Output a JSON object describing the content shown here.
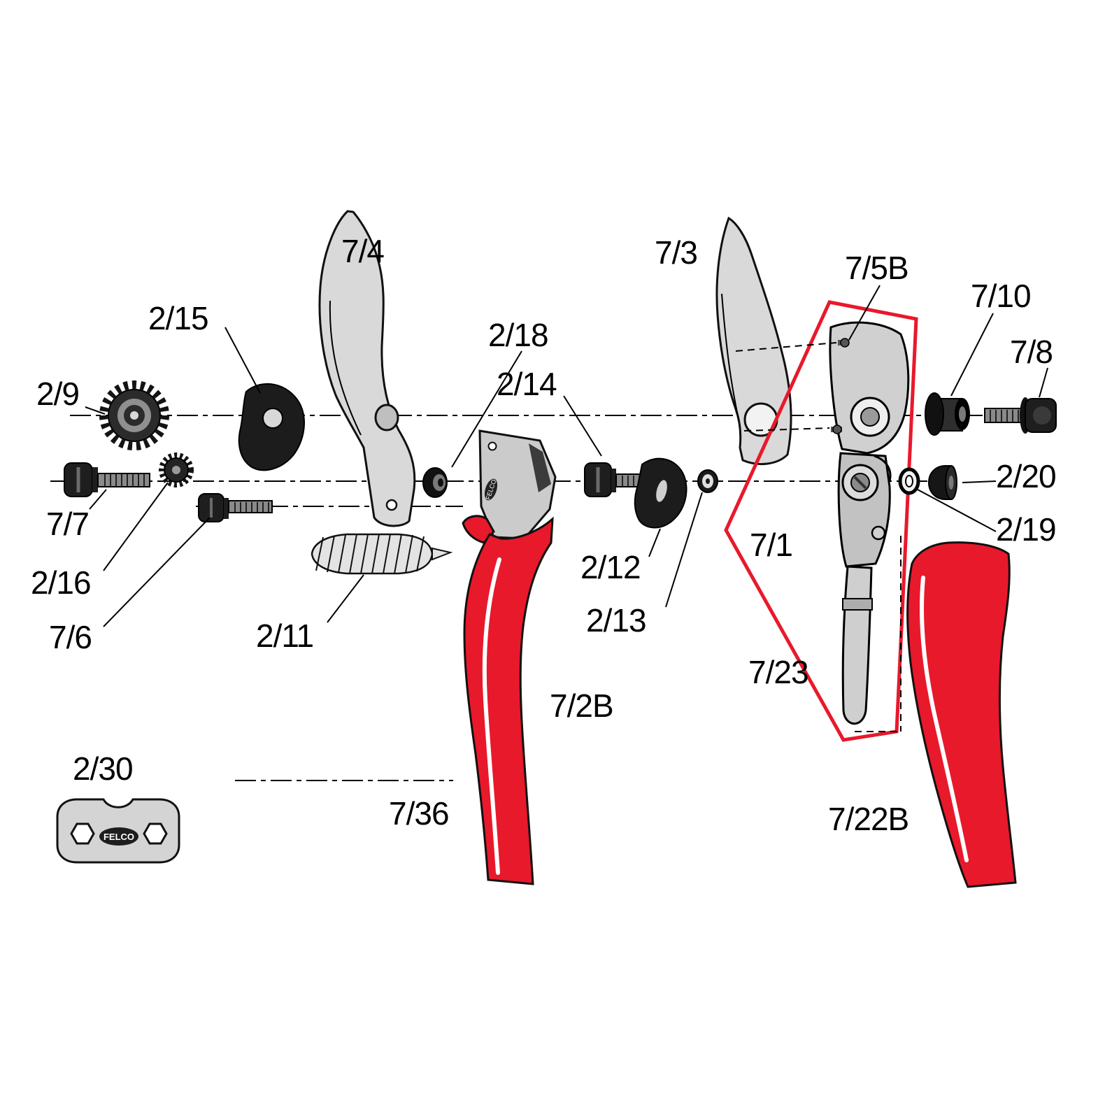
{
  "diagram": {
    "kind": "exploded-parts-diagram",
    "product": "pruning-shears"
  },
  "brand": {
    "logo": "FELCO"
  },
  "labels": {
    "sprocket": "2/9",
    "cam_plate_left": "2/15",
    "counter_blade": "7/4",
    "bushing_left": "2/18",
    "bolt_center": "2/14",
    "cutting_blade": "7/3",
    "head_kit": "7/5B",
    "bushing_right": "7/10",
    "main_bolt": "7/8",
    "bolt_left": "7/7",
    "sector_gear": "2/16",
    "screw_small": "7/6",
    "spring": "2/11",
    "cam_plate_right": "2/12",
    "washer_small": "2/13",
    "head": "7/1",
    "cap_nut": "2/20",
    "washer_right": "2/19",
    "pin": "7/23",
    "left_handle": "7/2B",
    "left_handle_assembly": "7/36",
    "wrench": "2/30",
    "right_handle": "7/22B"
  },
  "colors": {
    "handle_red": "#e8192b",
    "outline_red": "#e8192b",
    "metal_light": "#d8d8d8",
    "metal_dark": "#1e1e1e",
    "line": "#000000"
  }
}
